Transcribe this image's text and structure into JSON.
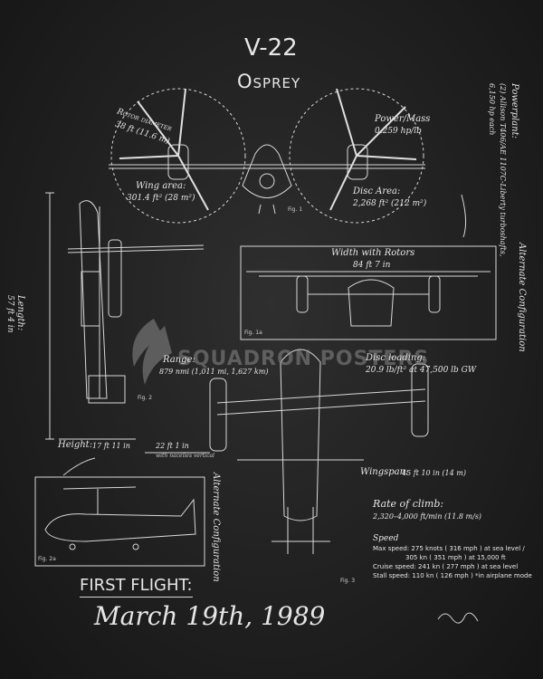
{
  "title": "V-22",
  "subtitle": "Osprey",
  "specs": {
    "rotor_diameter_label": "Rotor diameter",
    "rotor_diameter_value": "38 ft (11.6 m)",
    "wing_area_label": "Wing area:",
    "wing_area_value": "301.4 ft² (28 m²)",
    "power_mass_label": "Power/Mass",
    "power_mass_value": "0.259 hp/lb",
    "disc_area_label": "Disc Area:",
    "disc_area_value": "2,268 ft² (212 m²)",
    "powerplant_label": "Powerplant:",
    "powerplant_value": "(2) Allison T406/AE 1107C-Liberty turboshafts,",
    "powerplant_value2": "6,150 hp each",
    "width_rotors_label": "Width with Rotors",
    "width_rotors_value": "84 ft 7 in",
    "length_label": "Length:",
    "length_value": "57 ft 4 in",
    "range_label": "Range:",
    "range_value": "879 nmi (1,011 mi, 1,627 km)",
    "disc_loading_label": "Disc loading:",
    "disc_loading_value": "20.9 lb/ft² at 47,500 lb GW",
    "height_label": "Height:",
    "height_value": "17 ft 11 in",
    "height2_value": "22 ft 1 in",
    "height2_note": "with nacelles vertical",
    "wingspan_label": "Wingspan:",
    "wingspan_value": "45 ft 10 in (14 m)",
    "climb_label": "Rate of climb:",
    "climb_value": "2,320–4,000 ft/min (11.8 m/s)",
    "speed_label": "Speed",
    "max_speed": "Max speed: 275 knots ( 316 mph ) at sea level /",
    "max_speed2": "305 kn ( 351 mph ) at 15,000 ft",
    "cruise_speed": "Cruise speed: 241 kn ( 277 mph ) at sea level",
    "stall_speed": "Stall speed: 110 kn ( 126 mph ) *in airplane mode",
    "alt_config_label": "Alternate Configuration"
  },
  "figures": {
    "fig1": "Fig. 1",
    "fig1a": "Fig. 1a",
    "fig2": "Fig. 2",
    "fig2a": "Fig. 2a",
    "fig3": "Fig. 3"
  },
  "watermark": "SQUADRON POSTERS",
  "first_flight_label": "FIRST FLIGHT:",
  "first_flight_date": "March 19th, 1989",
  "colors": {
    "background": "#232323",
    "chalk": "#e6e6e6",
    "watermark": "#8a8a8a"
  }
}
